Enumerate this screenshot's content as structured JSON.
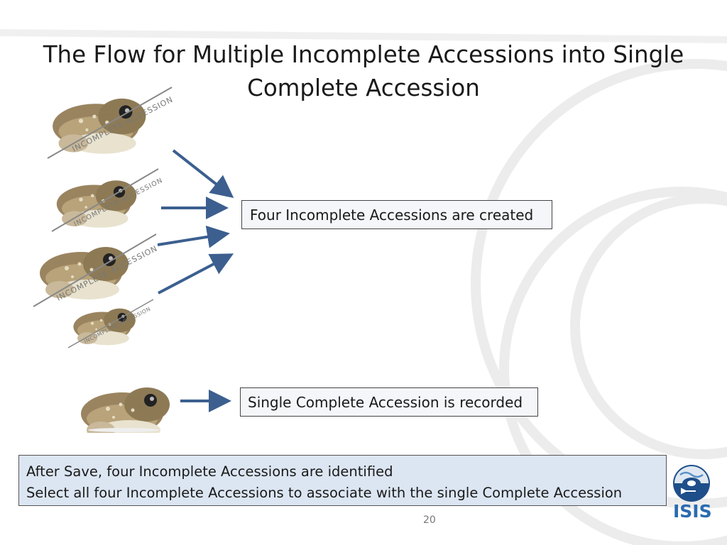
{
  "slide": {
    "title_line1": "The Flow for Multiple Incomplete Accessions into Single",
    "title_line2": "Complete Accession",
    "frog_stamp": "INCOMPLETE ACCESSION",
    "box_incomplete": "Four Incomplete Accessions are created",
    "box_complete": "Single Complete Accession is recorded",
    "note_line1": "After Save, four Incomplete Accessions are identified",
    "note_line2": "Select all four Incomplete Accessions to associate with the single Complete Accession",
    "page_number": "20",
    "logo_text": "ISIS"
  },
  "colors": {
    "arrow": "#3c5f8f",
    "note_bg": "#dce6f2",
    "logo_blue": "#2a6bb0"
  }
}
